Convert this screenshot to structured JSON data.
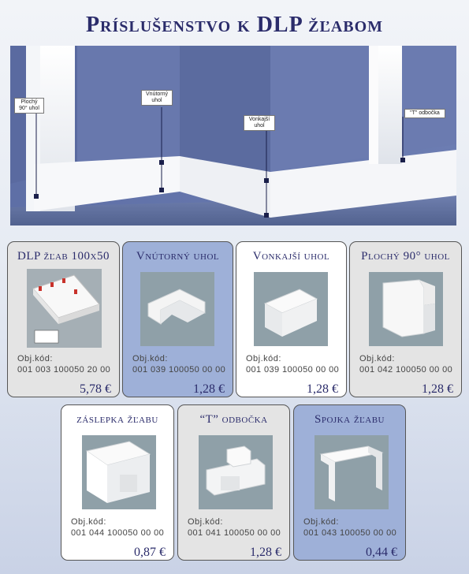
{
  "title": "Príslušenstvo k DLP žľabom",
  "hero": {
    "callouts": [
      {
        "label": "Plochý 90° uhol"
      },
      {
        "label": "Vnútorný uhol"
      },
      {
        "label": "Vonkajší uhol"
      },
      {
        "label": "\"T\" odbočka"
      }
    ]
  },
  "products": [
    {
      "name": "DLP žľab 100x50",
      "code_label": "Obj.kód:",
      "code": "001 003 100050 20 00",
      "price": "5,78 €",
      "style": "gray"
    },
    {
      "name": "Vnútorný uhol",
      "code_label": "Obj.kód:",
      "code": "001 039 100050 00 00",
      "price": "1,28 €",
      "style": "blue"
    },
    {
      "name": "Vonkajší uhol",
      "code_label": "Obj.kód:",
      "code": "001 039 100050 00 00",
      "price": "1,28 €",
      "style": "white"
    },
    {
      "name": "Plochý 90° uhol",
      "code_label": "Obj.kód:",
      "code": "001 042 100050 00 00",
      "price": "1,28 €",
      "style": "gray"
    },
    {
      "name": "záslepka žľabu",
      "code_label": "Obj.kód:",
      "code": "001 044 100050 00 00",
      "price": "0,87 €",
      "style": "white"
    },
    {
      "name": "“T” odbočka",
      "code_label": "Obj.kód:",
      "code": "001 041 100050 00 00",
      "price": "1,28 €",
      "style": "gray"
    },
    {
      "name": "Spojka žľabu",
      "code_label": "Obj.kód:",
      "code": "001 043 100050 00 00",
      "price": "0,44 €",
      "style": "blue"
    }
  ]
}
